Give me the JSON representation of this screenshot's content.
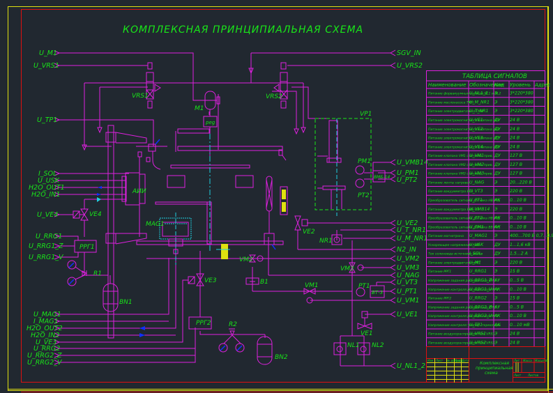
{
  "drawing": {
    "title": "КОМПЛЕКСНАЯ  ПРИНЦИПИАЛЬНАЯ  СХЕМА",
    "colors": {
      "background": "#212830",
      "lines": "#e020e0",
      "text": "#19e619",
      "frame_outer": "#e0e010",
      "frame_inner": "#e01010",
      "axis": "#20d0e0",
      "flow_arrows": "#1030ff"
    }
  },
  "left_signals": {
    "top": [
      "U_M1",
      "U_VRS1",
      "U_TP1"
    ],
    "middle": [
      "I_SOL",
      "U_USK",
      "H2O_OUT1",
      "H2O_IN1",
      "U_VE4",
      "U_RRG1",
      "U_RRG1_Z",
      "U_RRG1_V"
    ],
    "bottom": [
      "U_MAG1",
      "I_MAG1",
      "H2O_OUT2",
      "H2O_IN2",
      "U_VE3",
      "U_RRG2",
      "U_RRG2_Z",
      "U_RRG2_V"
    ]
  },
  "right_signals": {
    "top": [
      "SGV_IN",
      "U_VRS2"
    ],
    "middle": [
      "U_VMB14",
      "U_PM1",
      "U_PT2",
      "U_VE2",
      "U_T_NR1",
      "U_M_NR1",
      "N2_IN",
      "U_VM2",
      "U_VM3",
      "U_NAG",
      "U_VT3",
      "U_PT1",
      "U_VM1",
      "U_VE1",
      "U_NL1_2"
    ]
  },
  "components": {
    "VRS1": "VRS1",
    "VRS2": "VRS2",
    "M1": "M1",
    "reg": "рeg",
    "VP1": "VP1",
    "PM1": "PM1",
    "PT2": "PT2",
    "VMB": "ВМБ-14",
    "AIM": "АИИ",
    "MAG": "MAG1",
    "VE1": "VE1",
    "VE2": "VE2",
    "VE3": "VE3",
    "VE4": "VE4",
    "RRG1": "РРГ1",
    "RRG2": "РРГ2",
    "R1": "R1",
    "R2": "R2",
    "BN1": "BN1",
    "BN2": "BN2",
    "NR1": "NR1",
    "VM1": "VM1",
    "VM2": "VM2",
    "VM3": "VM3",
    "B1": "B1",
    "PT1": "PT1",
    "BT3": "ВТ-3",
    "NL1": "NL1",
    "NL2": "NL2"
  },
  "signal_table": {
    "title": "ТАБЛИЦА  СИГНАЛОВ",
    "columns": [
      "Наименование",
      "Обозначение",
      "Код",
      "Уровень",
      "Адрес"
    ],
    "rows": [
      [
        "Питание форвакуумных насосов NL1 и NL2",
        "U_NL1_2",
        "Э",
        "3*220*380",
        ""
      ],
      [
        "Питание маслонасоса ТМН",
        "U_M_NR1",
        "Э",
        "3*220*380",
        ""
      ],
      [
        "Питание электродвигателя ТМН",
        "U_T_NR1",
        "Э",
        "3*220*380",
        ""
      ],
      [
        "Питание электромагнитного клапана VE1",
        "U_VE1",
        "ДУ",
        "24 В",
        ""
      ],
      [
        "Питание электромагнитного клапана VE2",
        "U_VE2",
        "ДУ",
        "24 В",
        ""
      ],
      [
        "Питание электромагнитного клапана VE3",
        "U_VE3",
        "ДУ",
        "24 В",
        ""
      ],
      [
        "Питание электромагнитного клапана VE4",
        "U_VE4",
        "ДУ",
        "24 В",
        ""
      ],
      [
        "Питание клапана VM1 с эл-меш. прив.",
        "U_VM1",
        "ДУ",
        "127 В",
        ""
      ],
      [
        "Питание клапана VM2 с эл-меш. прив.",
        "U_VM2",
        "ДУ",
        "127 В",
        ""
      ],
      [
        "Питание клапана VM3 с эл-меш. прив.",
        "U_VM3",
        "ДУ",
        "127 В",
        ""
      ],
      [
        "Питание ленты нагрева",
        "U_NAG",
        "Э",
        "20...220 В",
        ""
      ],
      [
        "Питание вакуумметра ВТ3",
        "U_VT3",
        "Э",
        "220 В",
        ""
      ],
      [
        "Преобразователь сигнала датчика НВ PT1",
        "U_PT1",
        "АК",
        "0...10 В",
        ""
      ],
      [
        "Питание вакуумметра ВМБ-14",
        "U_VMB14",
        "Э",
        "220 В",
        ""
      ],
      [
        "Преобразователь сигнала датчика НВ PT2",
        "U_PT2",
        "АК",
        "0...10 В",
        ""
      ],
      [
        "Преобразователь сигнала датчика ВВ PM1",
        "U_PM1",
        "АК",
        "0...10 В",
        ""
      ],
      [
        "Питание магнетрона",
        "U_MAG1",
        "Э",
        "400...700 В 0,7...0,9 А",
        ""
      ],
      [
        "Ускоряющее напряжение АИИ",
        "U_USK",
        "ДУ",
        "1...1,6 кВ",
        ""
      ],
      [
        "Ток соленоида источника ионов",
        "I_SOL",
        "ДУ",
        "1,5...2 А",
        ""
      ],
      [
        "Питание электродвигателя М1",
        "U_M1",
        "Э",
        "220 В",
        ""
      ],
      [
        "Питание РРГ1",
        "U_RRG1",
        "Э",
        "15 В",
        ""
      ],
      [
        "Напряжение задания расхода газа РРГ1",
        "U_RRG1_Z",
        "АУ",
        "0...5 В",
        ""
      ],
      [
        "Напряжение контроля расхода газа РРГ1",
        "U_RRG1_V",
        "АК",
        "0...10 В",
        ""
      ],
      [
        "Питание РРГ2",
        "U_RRG2",
        "Э",
        "15 В",
        ""
      ],
      [
        "Напряжение задания расхода газа РРГ2",
        "U_RRG2_Z",
        "АУ",
        "0...5 В",
        ""
      ],
      [
        "Напряжение контроля расхода газа РРГ2",
        "U_RRG2_V",
        "АК",
        "0...10 В",
        ""
      ],
      [
        "Напряжение контроля темпер. термопары",
        "U_TP1",
        "АК",
        "0...10 мВ",
        ""
      ],
      [
        "Питание воздухораспределителя VRS1",
        "U_VRS1",
        "Э",
        "24 В",
        ""
      ],
      [
        "Питание воздухораспределителя VRS2",
        "U_VRS2",
        "Э",
        "24 В",
        ""
      ]
    ]
  },
  "title_block": {
    "name_line1": "Комплексная",
    "name_line2": "принципиальная",
    "name_line3": "схема",
    "col_labels": [
      "Лит",
      "Масса",
      "Масштаб"
    ],
    "row_labels": [
      "Изм",
      "Лист",
      "№ докум.",
      "Подп.",
      "Дата"
    ],
    "sheet": "Лист",
    "sheets": "Листов"
  }
}
